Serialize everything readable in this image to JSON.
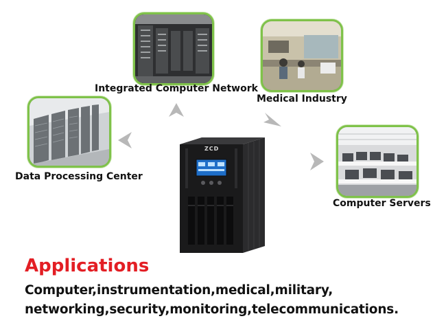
{
  "scenarios": {
    "integrated_network": "Integrated Computer Network",
    "medical_industry": "Medical Industry",
    "data_processing": "Data Processing Center",
    "computer_servers": "Computer Servers"
  },
  "product": {
    "brand": "ZCD"
  },
  "applications": {
    "title": "Applications",
    "line1": "Computer,instrumentation,medical,military,",
    "line2": "networking,security,monitoring,telecommunications."
  },
  "colors": {
    "frame": "#7fc24a",
    "title": "#e31e24",
    "arrow": "#b8b8b8"
  },
  "icons": [
    "arrow-icon"
  ]
}
